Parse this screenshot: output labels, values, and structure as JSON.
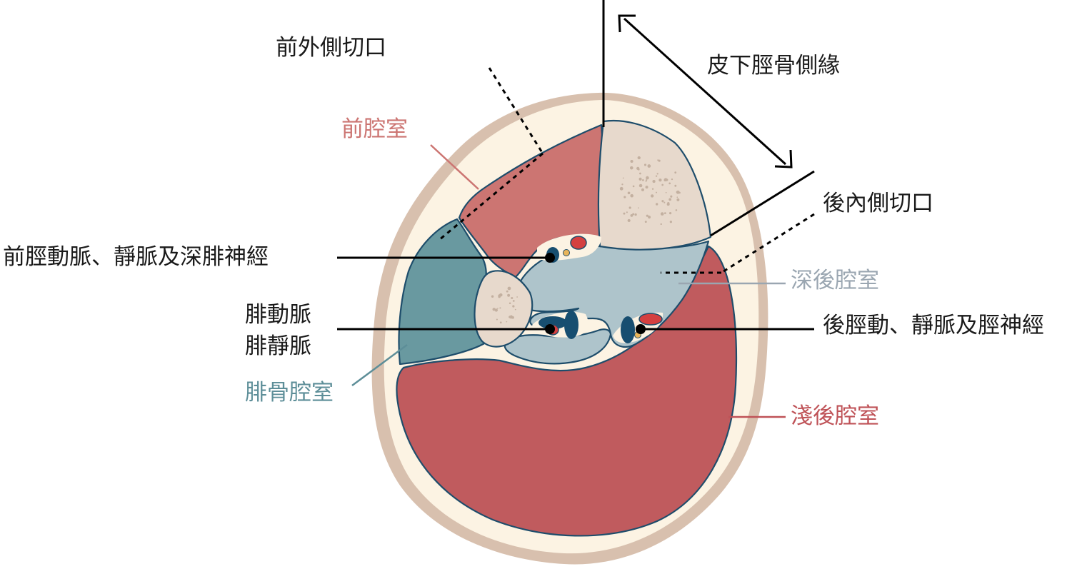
{
  "colors": {
    "skin": "#d8c0ae",
    "fat": "#fcf3e3",
    "outline": "#1e4d6b",
    "anterior": "#cc7572",
    "superficial_posterior": "#c05b5e",
    "deep_posterior": "#aec4cb",
    "lateral": "#6999a0",
    "bone": "#e7d9cc",
    "bone_dots": "#c3b0a0",
    "vein": "#174e70",
    "artery": "#d44040",
    "nerve": "#e8b45a",
    "label_black": "#1a1a1a",
    "label_anterior": "#cc7572",
    "label_deep_posterior": "#9aa6b1",
    "label_lateral": "#5d8e98",
    "label_superficial": "#bf5257"
  },
  "labels": {
    "anterolateral_incision": "前外側切口",
    "subcutaneous_tibial_border": "皮下脛骨側緣",
    "posteromedial_incision": "後內側切口",
    "anterior_compartment": "前腔室",
    "anterior_tibial_vessels_nerve": "前脛動脈、靜脈及深腓神經",
    "deep_posterior_compartment": "深後腔室",
    "peroneal_artery": "腓動脈",
    "peroneal_vein": "腓靜脈",
    "posterior_tibial_vessels_nerve": "後脛動、靜脈及脛神經",
    "lateral_compartment": "腓骨腔室",
    "superficial_posterior_compartment": "淺後腔室"
  }
}
